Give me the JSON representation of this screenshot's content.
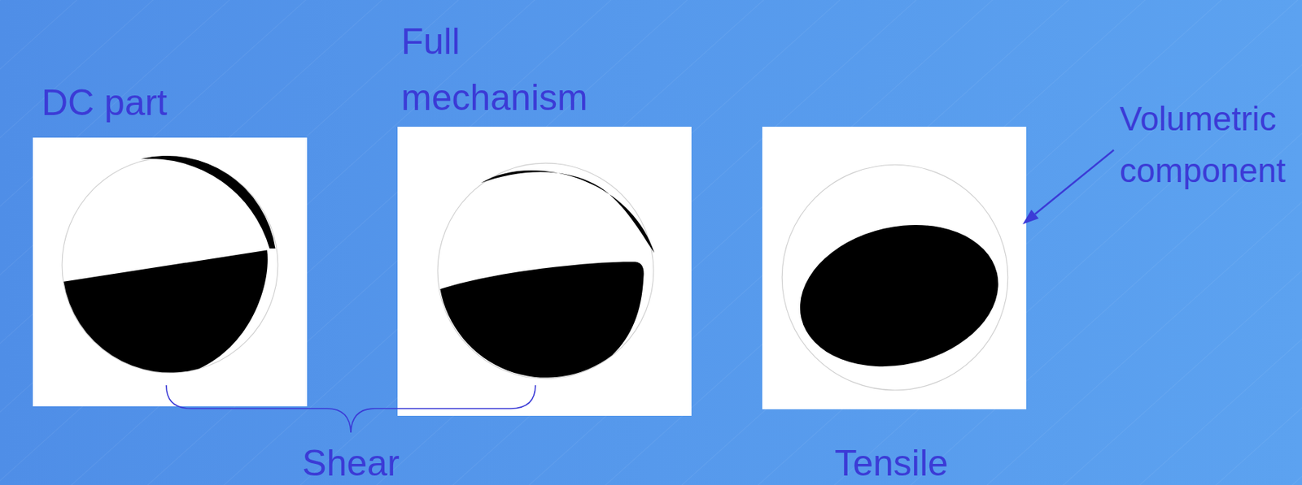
{
  "diagram": {
    "labels": [
      "DC part",
      "Full mechanism",
      "Volumetric component",
      "Shear",
      "Tensile"
    ]
  }
}
